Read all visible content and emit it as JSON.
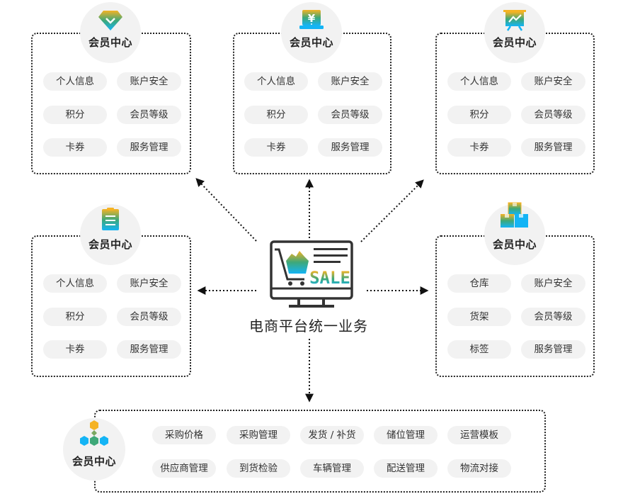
{
  "colors": {
    "gradient_top": "#f5b324",
    "gradient_mid": "#3ea878",
    "gradient_bottom": "#14b4f5",
    "chip_bg": "#f2f2f2",
    "badge_bg": "#f2f2f2",
    "line": "#222222"
  },
  "center": {
    "icon": "sale-monitor-cart-icon",
    "icon_text": "SALE",
    "label": "电商平台统一业务"
  },
  "modules": [
    {
      "id": "top-left",
      "icon": "diamond-icon",
      "title": "会员中心",
      "items": [
        "个人信息",
        "账户安全",
        "积分",
        "会员等级",
        "卡券",
        "服务管理"
      ]
    },
    {
      "id": "top-center",
      "icon": "yen-laptop-icon",
      "title": "会员中心",
      "items": [
        "个人信息",
        "账户安全",
        "积分",
        "会员等级",
        "卡券",
        "服务管理"
      ]
    },
    {
      "id": "top-right",
      "icon": "presentation-chart-icon",
      "title": "会员中心",
      "items": [
        "个人信息",
        "账户安全",
        "积分",
        "会员等级",
        "卡券",
        "服务管理"
      ]
    },
    {
      "id": "middle-left",
      "icon": "clipboard-icon",
      "title": "会员中心",
      "items": [
        "个人信息",
        "账户安全",
        "积分",
        "会员等级",
        "卡券",
        "服务管理"
      ]
    },
    {
      "id": "middle-right",
      "icon": "boxes-icon",
      "title": "会员中心",
      "items": [
        "仓库",
        "账户安全",
        "货架",
        "会员等级",
        "标签",
        "服务管理"
      ]
    },
    {
      "id": "bottom",
      "icon": "hexagon-network-icon",
      "title": "会员中心",
      "items": [
        "采购价格",
        "采购管理",
        "发货 / 补货",
        "储位管理",
        "运营模板",
        "供应商管理",
        "到货检验",
        "车辆管理",
        "配送管理",
        "物流对接"
      ]
    }
  ]
}
